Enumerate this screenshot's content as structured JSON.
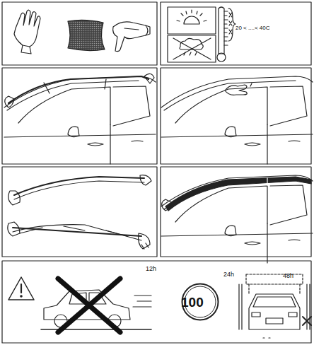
{
  "diagram": {
    "nodes": [
      {
        "text": [
          "100"
        ]
      }
    ],
    "labels": [
      "20 < ....< 40C",
      "12h",
      "24h",
      "48h"
    ]
  }
}
